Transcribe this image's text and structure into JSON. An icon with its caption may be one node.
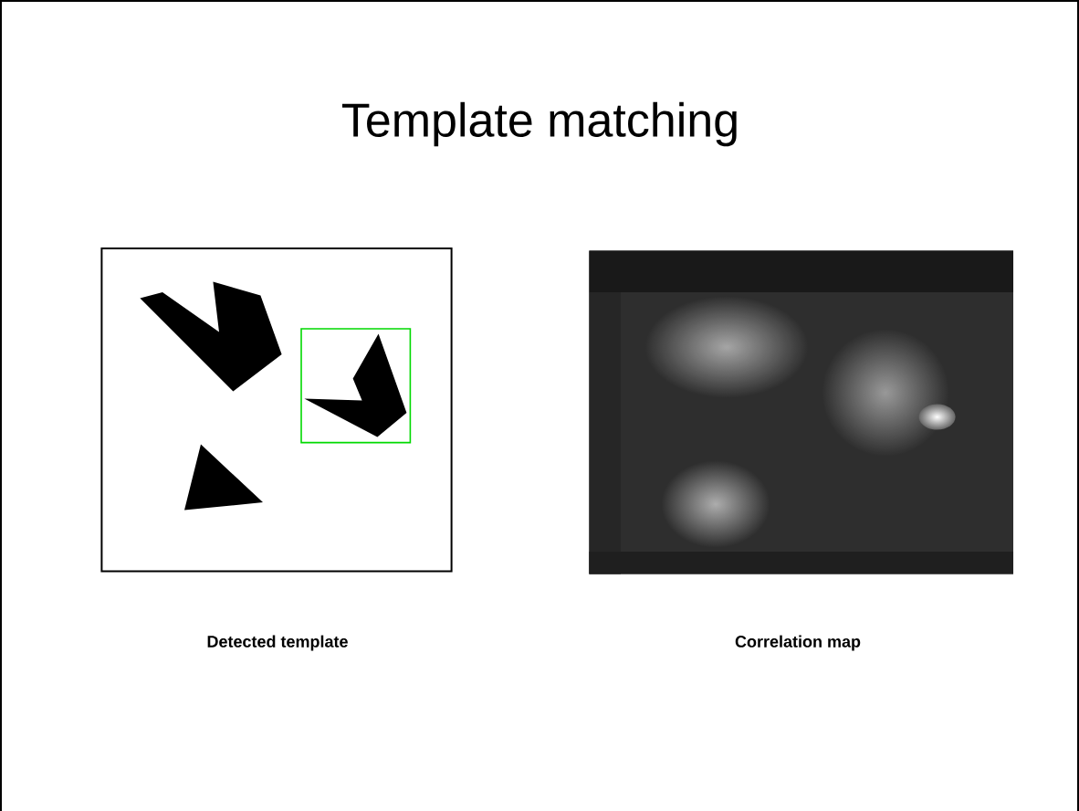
{
  "diagram": {
    "title": "Template matching",
    "labels": [
      "Detected template",
      "Correlation map"
    ]
  }
}
